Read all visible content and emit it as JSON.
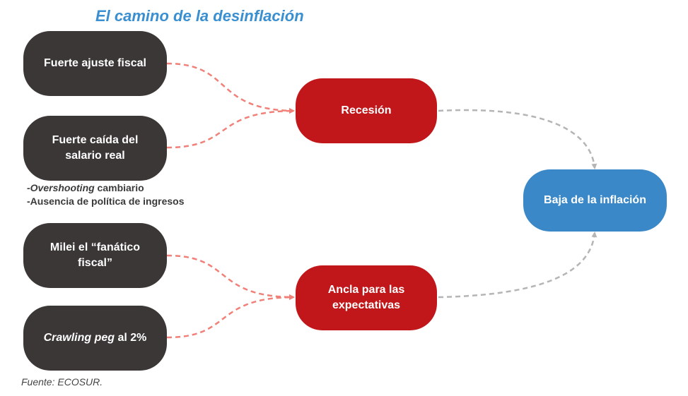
{
  "title": "El camino de la desinflación",
  "nodes": {
    "ajuste": {
      "text": "Fuerte ajuste fiscal"
    },
    "salario": {
      "line1": "Fuerte caída del",
      "line2": "salario real"
    },
    "milei": {
      "line1": "Milei el “fanático",
      "line2": "fiscal”"
    },
    "crawling": {
      "italic": "Crawling peg",
      "rest": " al 2%"
    },
    "recesion": {
      "text": "Recesión"
    },
    "ancla": {
      "line1": "Ancla para las",
      "line2": "expectativas"
    },
    "baja": {
      "text": "Baja de la inflación"
    }
  },
  "notes": {
    "line1_italic": "-Overshooting",
    "line1_rest": " cambiario",
    "line2": "-Ausencia de política de ingresos"
  },
  "source": "Fuente: ECOSUR.",
  "colors": {
    "title": "#3a8fd0",
    "dark_node": "#3b3736",
    "red_node": "#c1171a",
    "blue_node": "#3b88c8",
    "red_arrow": "#f08078",
    "gray_arrow": "#b5b5b5"
  },
  "edges": [
    {
      "from": "ajuste",
      "to": "recesion",
      "style": "red-dashed"
    },
    {
      "from": "salario",
      "to": "recesion",
      "style": "red-dashed"
    },
    {
      "from": "milei",
      "to": "ancla",
      "style": "red-dashed"
    },
    {
      "from": "crawling",
      "to": "ancla",
      "style": "red-dashed"
    },
    {
      "from": "recesion",
      "to": "baja",
      "style": "gray-dashed"
    },
    {
      "from": "ancla",
      "to": "baja",
      "style": "gray-dashed"
    }
  ]
}
